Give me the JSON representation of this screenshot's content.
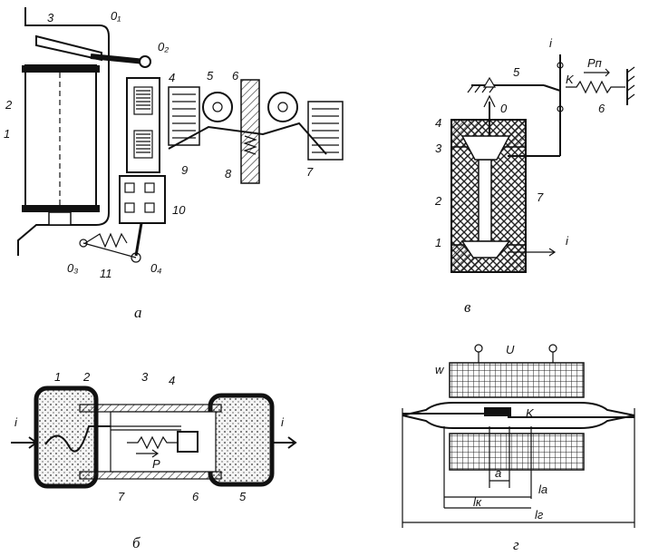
{
  "panels": {
    "a": {
      "caption": "а",
      "labels": [
        "3",
        "0₁",
        "0₂",
        "4",
        "5",
        "6",
        "2",
        "1",
        "9",
        "8",
        "7",
        "10",
        "0₃",
        "11",
        "0₄"
      ]
    },
    "v": {
      "caption": "в",
      "labels": [
        "i",
        "Pп",
        "5",
        "K",
        "0",
        "6",
        "4",
        "3",
        "2",
        "7",
        "1",
        "i"
      ]
    },
    "b": {
      "caption": "б",
      "labels": [
        "1",
        "2",
        "3",
        "4",
        "i",
        "i",
        "P",
        "7",
        "6",
        "5"
      ]
    },
    "g": {
      "caption": "г",
      "labels": [
        "w",
        "U",
        "K",
        "a",
        "lа",
        "lк",
        "lг"
      ]
    }
  }
}
